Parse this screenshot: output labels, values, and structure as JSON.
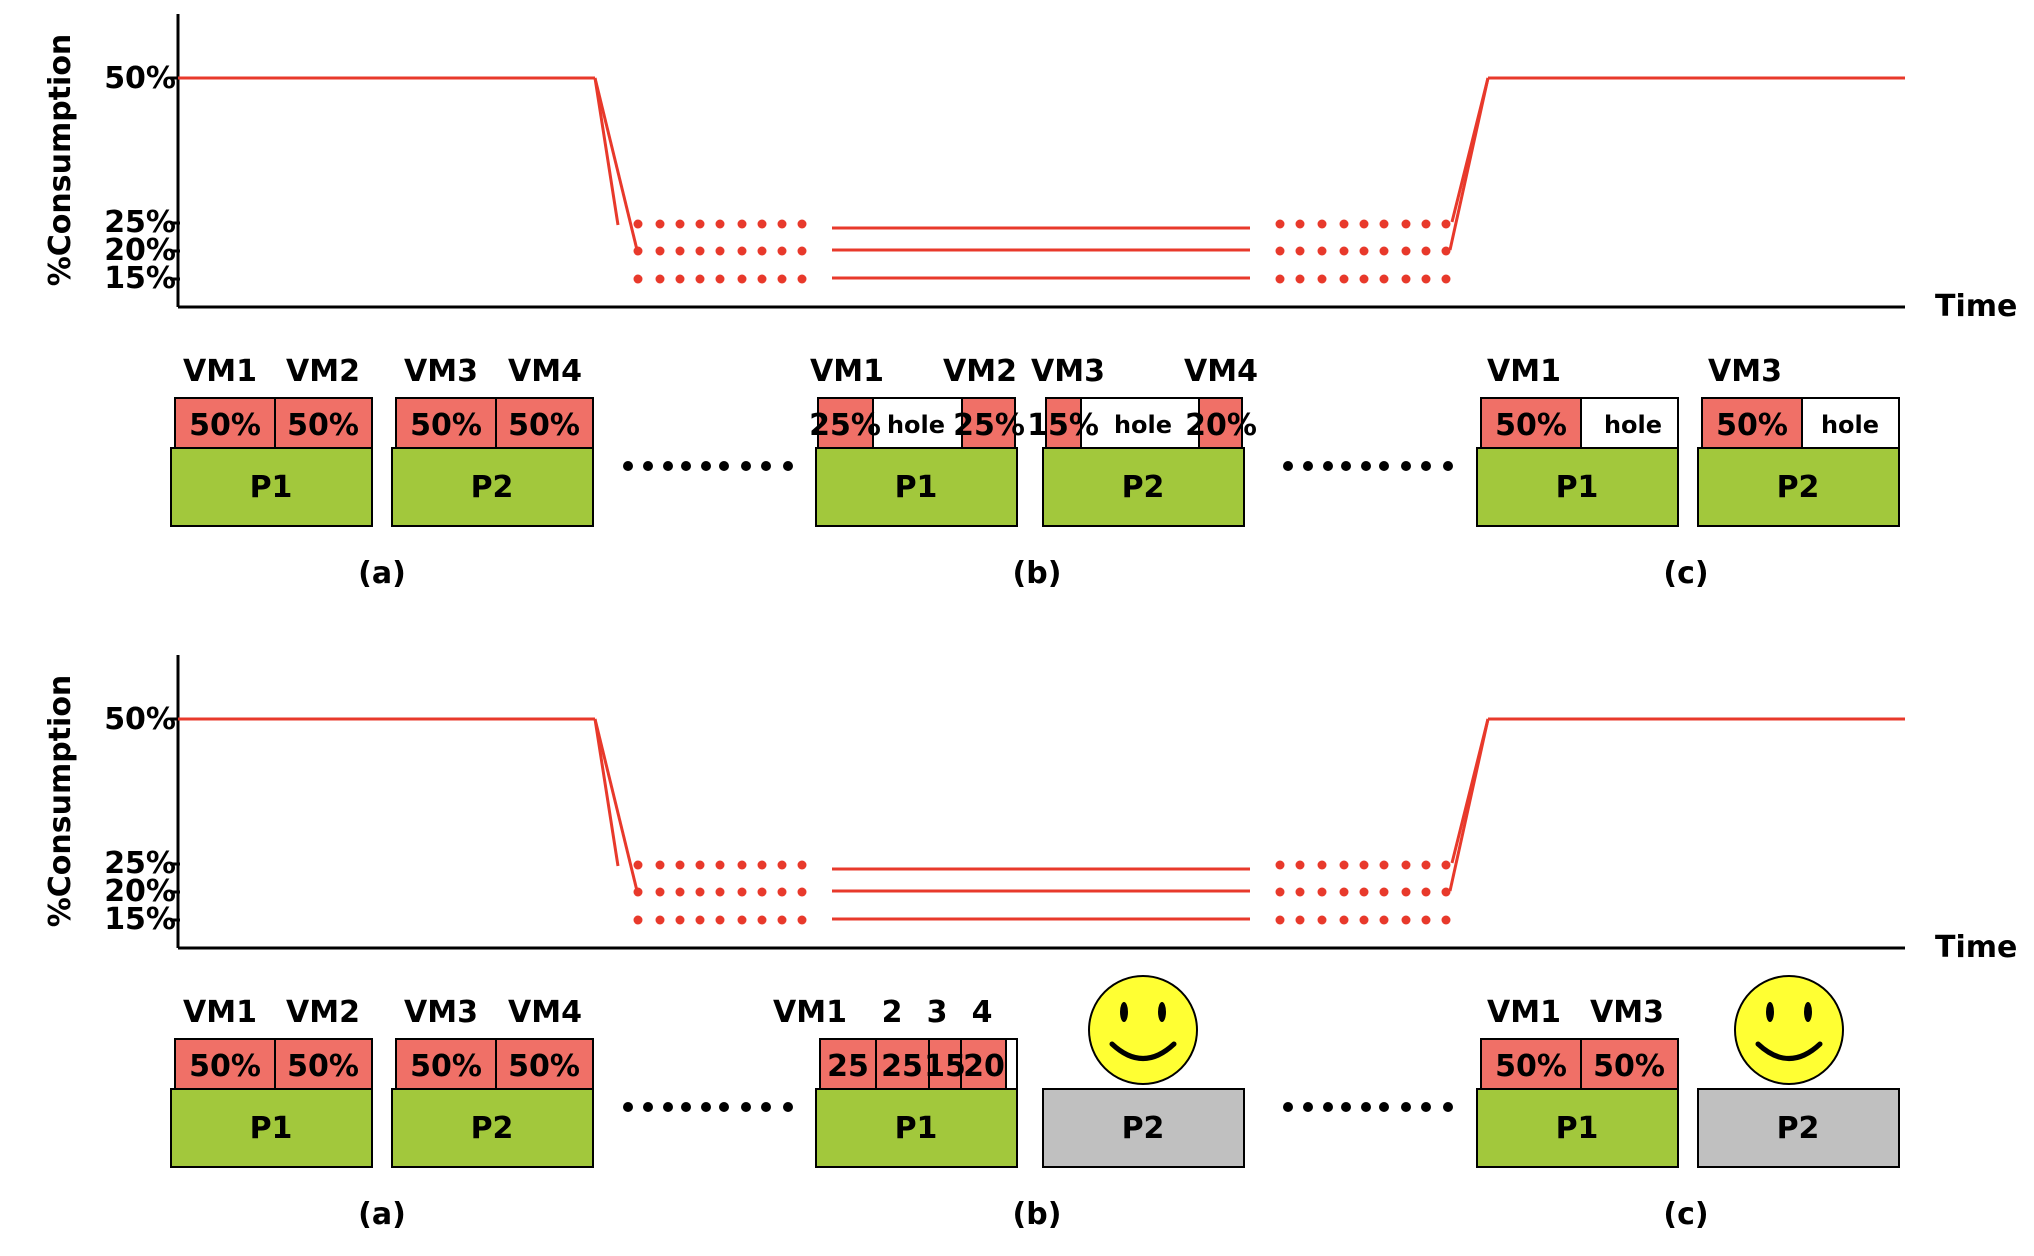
{
  "colors": {
    "line": "#e8392b",
    "vm_fill": "#f07067",
    "pm_on": "#a2c83c",
    "pm_off": "#c0c0c0",
    "smiley": "#ffff33"
  },
  "top": {
    "ylabel": "%Consumption",
    "xlabel": "Time",
    "yticks": [
      "50%",
      "25%",
      "20%",
      "15%"
    ],
    "panel_a": {
      "vm_labels": [
        "VM1",
        "VM2",
        "VM3",
        "VM4"
      ],
      "vm_values": [
        "50%",
        "50%",
        "50%",
        "50%"
      ],
      "pms": [
        "P1",
        "P2"
      ],
      "caption": "(a)"
    },
    "panel_b": {
      "vm_labels": [
        "VM1",
        "VM2",
        "VM3",
        "VM4"
      ],
      "vm_values": [
        "25%",
        "25%",
        "15%",
        "20%"
      ],
      "holes": [
        "hole",
        "hole"
      ],
      "pms": [
        "P1",
        "P2"
      ],
      "caption": "(b)"
    },
    "panel_c": {
      "vm_labels": [
        "VM1",
        "VM3"
      ],
      "vm_values": [
        "50%",
        "50%"
      ],
      "holes": [
        "hole",
        "hole"
      ],
      "pms": [
        "P1",
        "P2"
      ],
      "caption": "(c)"
    }
  },
  "bottom": {
    "ylabel": "%Consumption",
    "xlabel": "Time",
    "yticks": [
      "50%",
      "25%",
      "20%",
      "15%"
    ],
    "panel_a": {
      "vm_labels": [
        "VM1",
        "VM2",
        "VM3",
        "VM4"
      ],
      "vm_values": [
        "50%",
        "50%",
        "50%",
        "50%"
      ],
      "pms": [
        "P1",
        "P2"
      ],
      "caption": "(a)"
    },
    "panel_b": {
      "vm_labels": [
        "VM1",
        "2",
        "3",
        "4"
      ],
      "vm_values": [
        "25",
        "25",
        "15",
        "20"
      ],
      "pms": [
        "P1",
        "P2"
      ],
      "p2_state": "off",
      "caption": "(b)"
    },
    "panel_c": {
      "vm_labels": [
        "VM1",
        "VM3"
      ],
      "vm_values": [
        "50%",
        "50%"
      ],
      "pms": [
        "P1",
        "P2"
      ],
      "p2_state": "off",
      "caption": "(c)"
    }
  }
}
